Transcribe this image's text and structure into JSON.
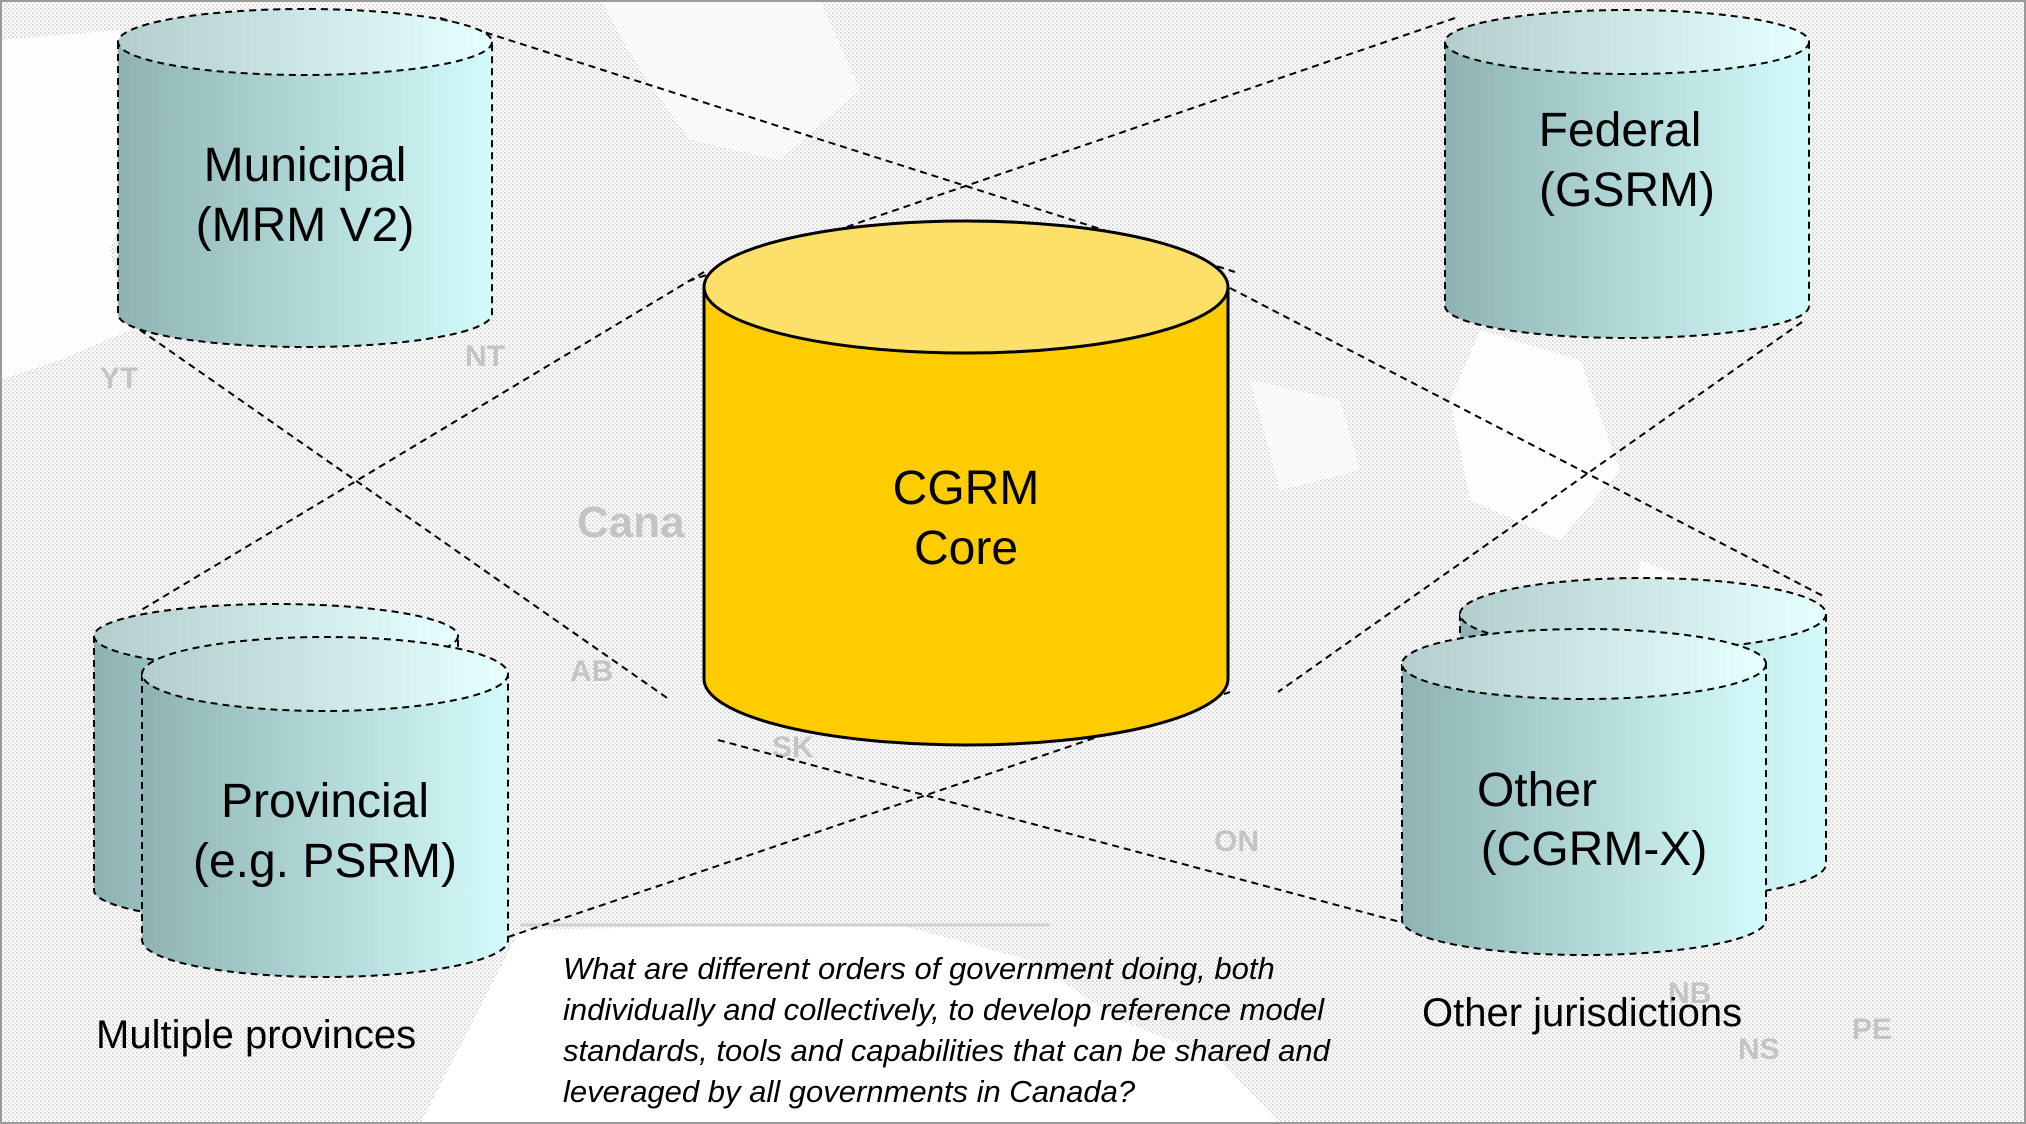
{
  "diagram": {
    "core": {
      "line1": "CGRM",
      "line2": "Core",
      "color": "#ffcc00",
      "top_color": "#fde06a"
    },
    "municipal": {
      "line1": "Municipal",
      "line2": "(MRM V2)"
    },
    "federal": {
      "line1": "Federal",
      "line2": "(GSRM)"
    },
    "provincial": {
      "line1": "Provincial",
      "line2": "(e.g. PSRM)"
    },
    "other": {
      "line1": "Other",
      "line2": "(CGRM-X)"
    },
    "captions": {
      "provinces": "Multiple provinces",
      "jurisdictions": "Other jurisdictions",
      "question": "What are different orders of government doing, both individually and collectively, to develop reference model standards, tools and capabilities that can be shared and leveraged by all governments in Canada?"
    },
    "map_labels": {
      "yt": "YT",
      "nt": "NT",
      "canada": "Cana",
      "ab": "AB",
      "sk": "SK",
      "on": "ON",
      "nb": "NB",
      "ns": "NS",
      "pe": "PE"
    },
    "colors": {
      "cylinder_teal_dark": "#8fb3b3",
      "cylinder_teal_light": "#d4fbfb",
      "map_gray": "#dcdcdc"
    }
  }
}
